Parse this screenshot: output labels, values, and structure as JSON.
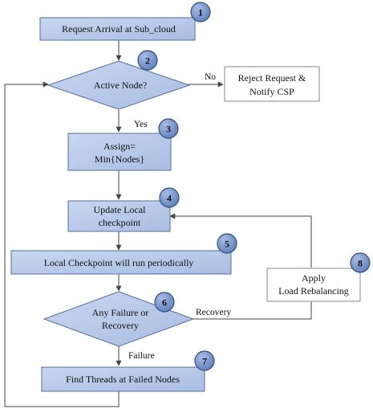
{
  "nodes": {
    "request_arrival": {
      "lines": [
        "Request Arrival at Sub_cloud"
      ]
    },
    "active_node": {
      "lines": [
        "Active Node?"
      ]
    },
    "reject_request": {
      "lines": [
        "Reject Request &",
        "Notify CSP"
      ]
    },
    "assign": {
      "lines": [
        "Assign=",
        "Min{Nodes}"
      ]
    },
    "update_local": {
      "lines": [
        "Update Local",
        "checkpoint"
      ]
    },
    "local_checkpoint": {
      "lines": [
        "Local Checkpoint will run periodically"
      ]
    },
    "apply_rebalancing": {
      "lines": [
        "Apply",
        "Load Rebalancing"
      ]
    },
    "failure_recovery": {
      "lines": [
        "Any Failure or",
        "Recovery"
      ]
    },
    "find_threads": {
      "lines": [
        "Find Threads at Failed Nodes"
      ]
    }
  },
  "badges": [
    "1",
    "2",
    "3",
    "4",
    "5",
    "6",
    "7",
    "8"
  ],
  "edge_labels": {
    "no": "No",
    "yes": "Yes",
    "recovery": "Recovery",
    "failure": "Failure"
  },
  "colors": {
    "box_fill": "#b3c6e7",
    "box_stroke": "#4f6fa8",
    "badge_fill": "#6f8fc4",
    "badge_stroke": "#2f4f86",
    "line": "#444444"
  }
}
